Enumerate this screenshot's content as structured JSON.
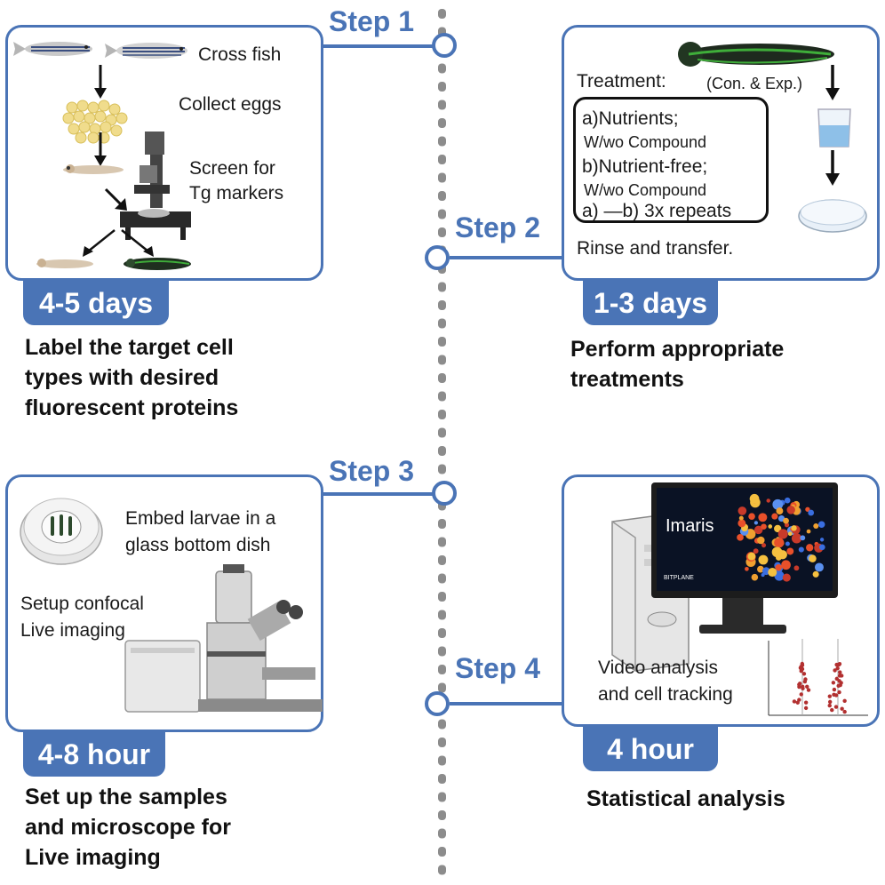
{
  "steps": [
    {
      "label": "Step 1",
      "duration": "4-5 days",
      "description": [
        "Label the target cell",
        "types with desired",
        "fluorescent proteins"
      ],
      "items": [
        "Cross fish",
        "Collect eggs",
        "Screen for",
        "Tg markers"
      ]
    },
    {
      "label": "Step 2",
      "duration": "1-3 days",
      "description": [
        "Perform appropriate",
        "treatments"
      ],
      "treatment_label": "Treatment:",
      "treatment_note": "(Con. & Exp.)",
      "options": [
        "a)Nutrients;",
        "W/wo Compound",
        "b)Nutrient-free;",
        "W/wo Compound",
        "a) —b) 3x repeats"
      ],
      "rinse": "Rinse and transfer."
    },
    {
      "label": "Step 3",
      "duration": "4-8 hour",
      "description": [
        "Set up the samples",
        "and microscope for",
        "Live imaging"
      ],
      "items": [
        "Embed larvae in a",
        "glass bottom dish",
        "Setup confocal",
        "Live imaging"
      ]
    },
    {
      "label": "Step 4",
      "duration": "4 hour",
      "description": [
        "Statistical analysis"
      ],
      "items": [
        "Video analysis",
        "and cell tracking"
      ],
      "monitor_title": "Imaris",
      "monitor_brand": "BITPLANE"
    }
  ],
  "colors": {
    "accent": "#4a74b6",
    "dots": "#8c8c8c",
    "fish_green": "#3fae3a"
  }
}
